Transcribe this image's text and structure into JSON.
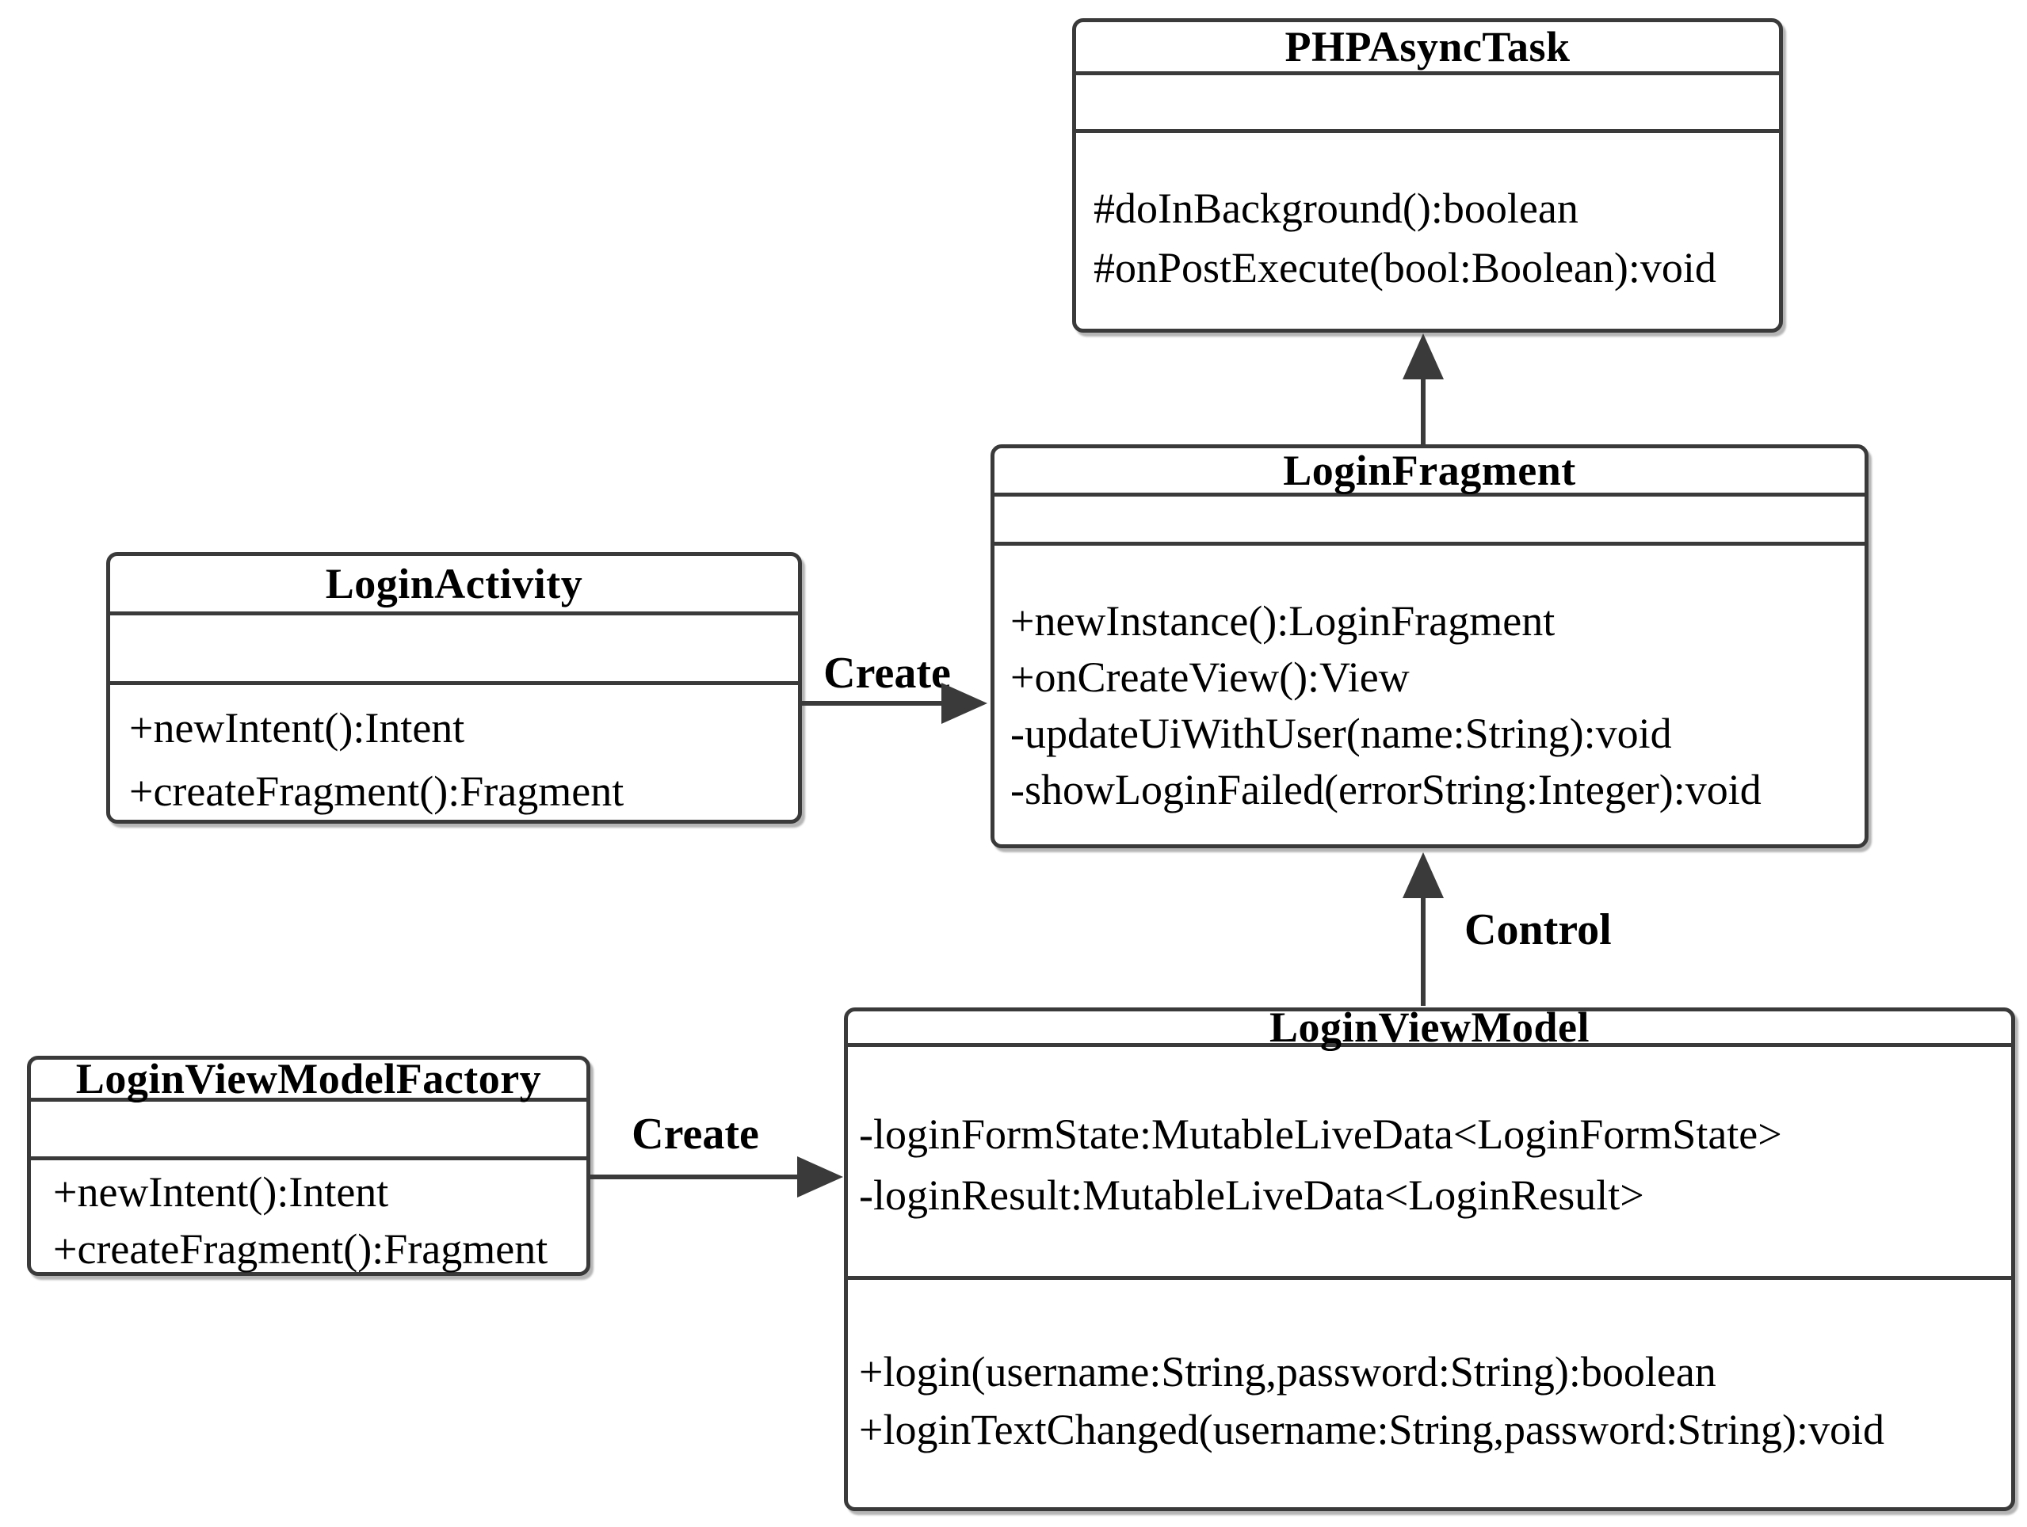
{
  "diagram": {
    "kind": "uml-class-diagram",
    "colors": {
      "background": "#ffffff",
      "line": "#3a3a3a",
      "text": "#000000"
    },
    "classes": [
      {
        "name": "PHPAsyncTask",
        "attributes": [],
        "methods": [
          "#doInBackground():boolean",
          "#onPostExecute(bool:Boolean):void"
        ]
      },
      {
        "name": "LoginFragment",
        "attributes": [],
        "methods": [
          "+newInstance():LoginFragment",
          "+onCreateView():View",
          "-updateUiWithUser(name:String):void",
          "-showLoginFailed(errorString:Integer):void"
        ]
      },
      {
        "name": "LoginActivity",
        "attributes": [],
        "methods": [
          "+newIntent():Intent",
          "+createFragment():Fragment"
        ]
      },
      {
        "name": "LoginViewModelFactory",
        "attributes": [],
        "methods": [
          "+newIntent():Intent",
          "+createFragment():Fragment"
        ]
      },
      {
        "name": "LoginViewModel",
        "attributes": [
          "-loginFormState:MutableLiveData<LoginFormState>",
          "-loginResult:MutableLiveData<LoginResult>"
        ],
        "methods": [
          "+login(username:String,password:String):boolean",
          "+loginTextChanged(username:String,password:String):void"
        ]
      }
    ],
    "relations": [
      {
        "from": "LoginFragment",
        "to": "PHPAsyncTask",
        "style": "solid-filled-arrow",
        "label": ""
      },
      {
        "from": "LoginActivity",
        "to": "LoginFragment",
        "style": "solid-filled-arrow",
        "label": "Create"
      },
      {
        "from": "LoginViewModel",
        "to": "LoginFragment",
        "style": "solid-filled-arrow",
        "label": "Control"
      },
      {
        "from": "LoginViewModelFactory",
        "to": "LoginViewModel",
        "style": "solid-filled-arrow",
        "label": "Create"
      }
    ]
  }
}
